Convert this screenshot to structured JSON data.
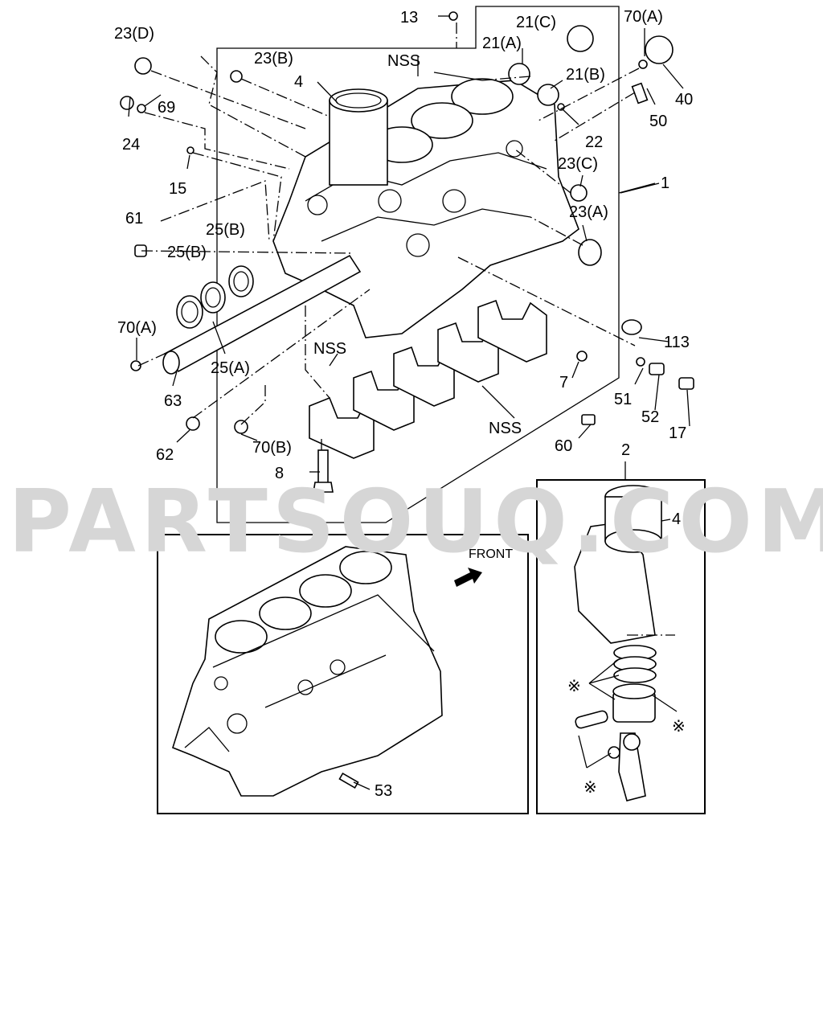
{
  "watermark": "PARTSOUQ.COM",
  "front_label": "FRONT",
  "labels": {
    "p13": "13",
    "p21c": "21(C)",
    "p70a_top": "70(A)",
    "p23d": "23(D)",
    "p23b": "23(B)",
    "p21a": "21(A)",
    "p4_top": "4",
    "nss_top": "NSS",
    "p21b": "21(B)",
    "p40": "40",
    "p69": "69",
    "p24": "24",
    "p50": "50",
    "p22": "22",
    "p15": "15",
    "p23c": "23(C)",
    "p1": "1",
    "p61": "61",
    "p23a": "23(A)",
    "p25b_1": "25(B)",
    "p25b_2": "25(B)",
    "p70a_left": "70(A)",
    "p113": "113",
    "nss_mid": "NSS",
    "p25a": "25(A)",
    "p7": "7",
    "p63": "63",
    "p51": "51",
    "p52": "52",
    "p17": "17",
    "nss_bottom": "NSS",
    "p62": "62",
    "p70b": "70(B)",
    "p60": "60",
    "p8": "8",
    "p2": "2",
    "p4_kit": "4",
    "p53": "53",
    "asterisk_1": "※",
    "asterisk_2": "※",
    "asterisk_3": "※"
  }
}
